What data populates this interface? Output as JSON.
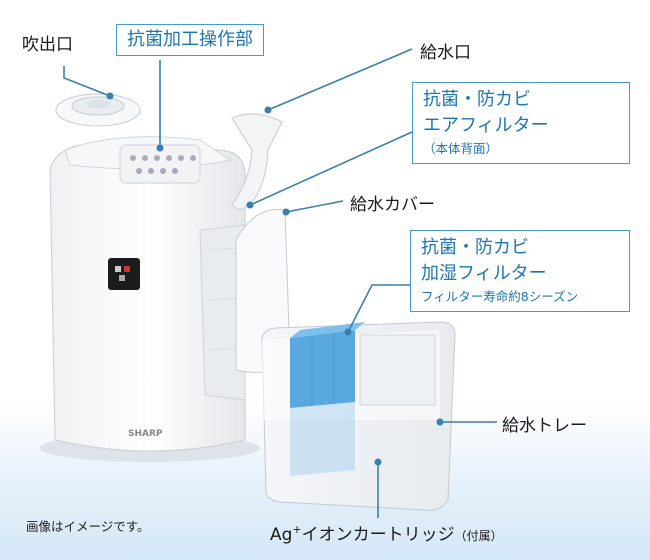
{
  "labels": {
    "outlet": "吹出口",
    "antibac_panel": "抗菌加工操作部",
    "water_inlet": "給水口",
    "air_filter": [
      "抗菌・防カビ",
      "エアフィルター",
      "（本体背面）"
    ],
    "water_cover": "給水カバー",
    "humid_filter": [
      "抗菌・防カビ",
      "加湿フィルター",
      "フィルター寿命約8シーズン"
    ],
    "water_tray": "給水トレー",
    "ag_main": "Ag",
    "ag_sup": "+",
    "ag_rest": "イオンカートリッジ",
    "ag_note": "（付属）",
    "image_note": "画像はイメージです。",
    "brand": "SHARP"
  },
  "colors": {
    "accent": "#1d77b3",
    "box_border": "#4a9ac9",
    "leader": "#3a7fb0",
    "filter_blue": "#5aa8e0"
  }
}
